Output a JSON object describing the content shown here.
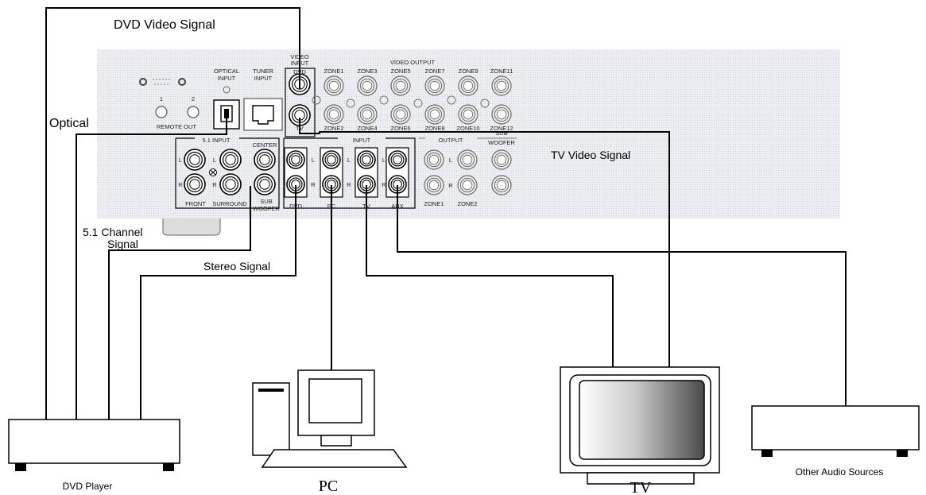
{
  "labels": {
    "dvd_video_signal": "DVD Video Signal",
    "optical": "Optical",
    "tv_video_signal": "TV Video Signal",
    "channel_signal_line1": "5.1 Channel",
    "channel_signal_line2": "Signal",
    "stereo_signal": "Stereo Signal"
  },
  "panel": {
    "optical_input_line1": "OPTICAL",
    "optical_input_line2": "INPUT",
    "tuner_input_line1": "TUNER",
    "tuner_input_line2": "INPUT",
    "video_input_line1": "VIDEO",
    "video_input_line2": "INPUT",
    "video_dvd": "DVD",
    "video_tv": "TV",
    "video_output": "VIDEO OUTPUT",
    "remote_1": "1",
    "remote_2": "2",
    "remote_out": "REMOTE OUT",
    "zones_top": [
      "ZONE1",
      "ZONE3",
      "ZONE5",
      "ZONE7",
      "ZONE9",
      "ZONE11"
    ],
    "zones_bottom": [
      "ZONE2",
      "ZONE4",
      "ZONE6",
      "ZONE8",
      "ZONE10",
      "ZONE12"
    ],
    "input_51": "5.1 INPUT",
    "center": "CENTER",
    "ch_left": "L",
    "ch_right": "R",
    "front": "FRONT",
    "surround": "SURROUND",
    "sub_woofer_line1": "SUB",
    "sub_woofer_line2": "WOOFER",
    "input": "INPUT",
    "inputs": [
      "DVD",
      "PC",
      "TV",
      "AUX"
    ],
    "output": "OUTPUT",
    "sub_woofer_out_line1": "SUB",
    "sub_woofer_out_line2": "WOOFER",
    "output_zones": [
      "ZONE1",
      "ZONE2"
    ]
  },
  "devices": {
    "dvd_player": "DVD Player",
    "pc": "PC",
    "tv": "TV",
    "other_audio_sources": "Other Audio Sources"
  },
  "colors": {
    "panel_background": "#e7e9ec",
    "wire": "#000000"
  }
}
